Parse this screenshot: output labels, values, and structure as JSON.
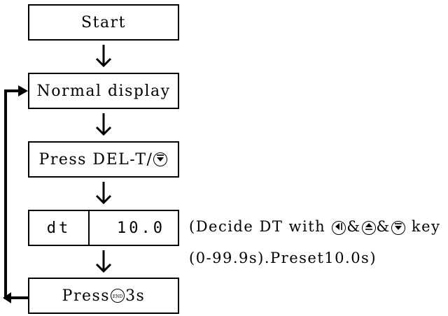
{
  "flow": {
    "start": "Start",
    "normal_display": "Normal display",
    "press_del": "Press DEL-T/",
    "display_left": "dt",
    "display_right": "10.0",
    "press_end": "Press ",
    "press_end_suffix": " 3s",
    "end_key_label": "END"
  },
  "note": {
    "line1_a": "(Decide DT with ",
    "line1_b": " key",
    "line2": "(0-99.9s).Preset10.0s)"
  },
  "icons": [
    "down-key-icon",
    "left-key-icon",
    "up-key-icon",
    "end-key-icon",
    "down-arrow-icon"
  ]
}
